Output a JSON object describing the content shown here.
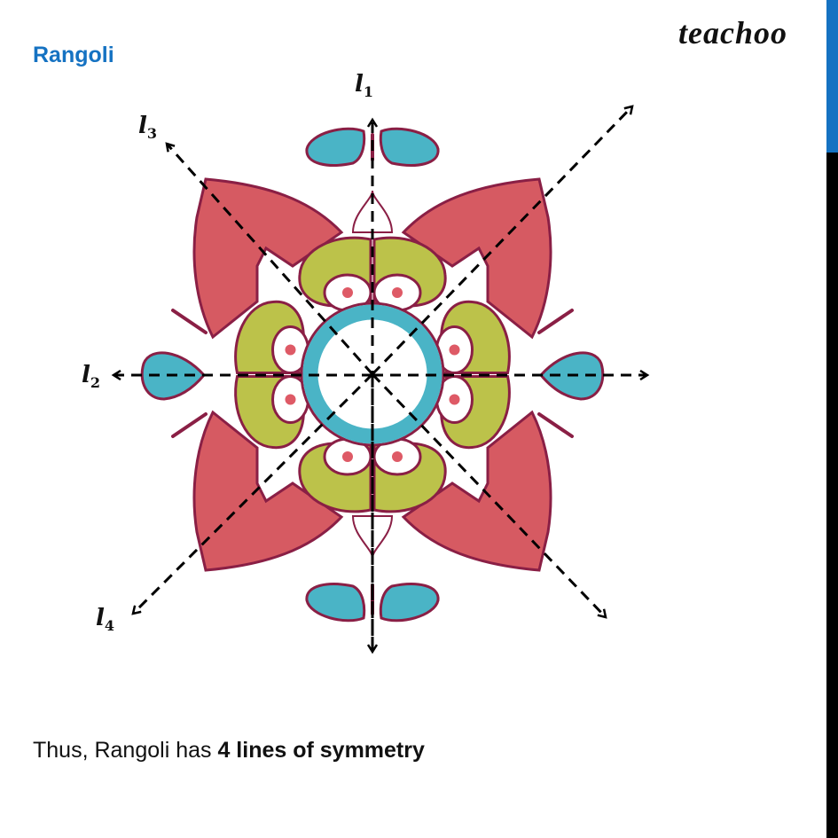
{
  "header": {
    "title": "Rangoli",
    "logo": "teachoo"
  },
  "figure": {
    "description": "Rangoli design with four dashed lines of symmetry",
    "colors": {
      "petal_red": "#d65a62",
      "outline": "#8a1f45",
      "petal_green": "#bcc24a",
      "ring_teal": "#4ab4c6",
      "dot_red": "#de5a66",
      "axis": "#000000"
    },
    "axes": [
      {
        "id": "l1",
        "symbol": "l",
        "sub": "1",
        "orientation": "vertical"
      },
      {
        "id": "l2",
        "symbol": "l",
        "sub": "2",
        "orientation": "horizontal"
      },
      {
        "id": "l3",
        "symbol": "l",
        "sub": "3",
        "orientation": "diagonal top-left to bottom-right"
      },
      {
        "id": "l4",
        "symbol": "l",
        "sub": "4",
        "orientation": "diagonal bottom-left to top-right"
      }
    ]
  },
  "caption": {
    "prefix": "Thus, Rangoli has ",
    "bold": "4 lines of symmetry"
  },
  "sidebar": {
    "accent": "#1572c2",
    "dark": "#000000"
  }
}
